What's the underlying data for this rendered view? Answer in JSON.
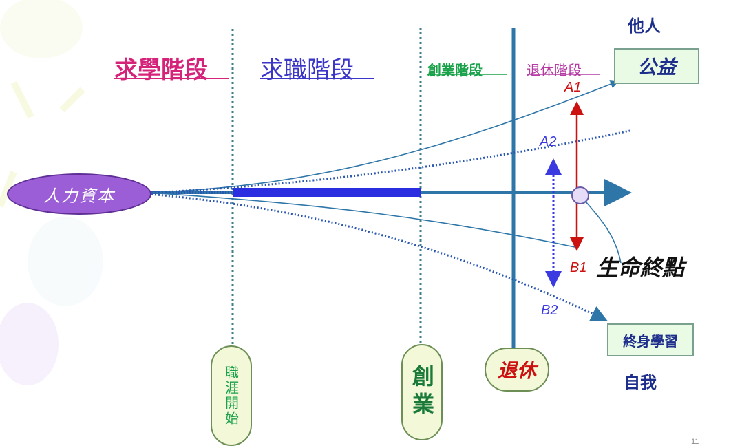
{
  "stages": {
    "study": "求學階段",
    "job_seeking": "求職階段",
    "entrepreneurship": "創業階段",
    "retirement": "退休階段"
  },
  "source_label": "人力資本",
  "markers": {
    "career_start": "職涯開始",
    "startup": "創業",
    "retire": "退休"
  },
  "outcomes": {
    "others": "他人",
    "public_good": "公益",
    "end_of_life": "生命終點",
    "lifelong_learning": "終身學習",
    "self": "自我"
  },
  "arrows": {
    "a1": "A1",
    "a2": "A2",
    "b1": "B1",
    "b2": "B2"
  },
  "page_number": "11",
  "colors": {
    "study": "#d6237a",
    "job_seeking": "#3b36c8",
    "entrepreneurship": "#19a24a",
    "retirement": "#b53aa4",
    "main_axis": "#2e76a8",
    "thick_bar": "#2a2ee0",
    "red_arrow": "#cc1111",
    "dotted": "#2a57b0",
    "title_blue": "#1e2e8c"
  }
}
